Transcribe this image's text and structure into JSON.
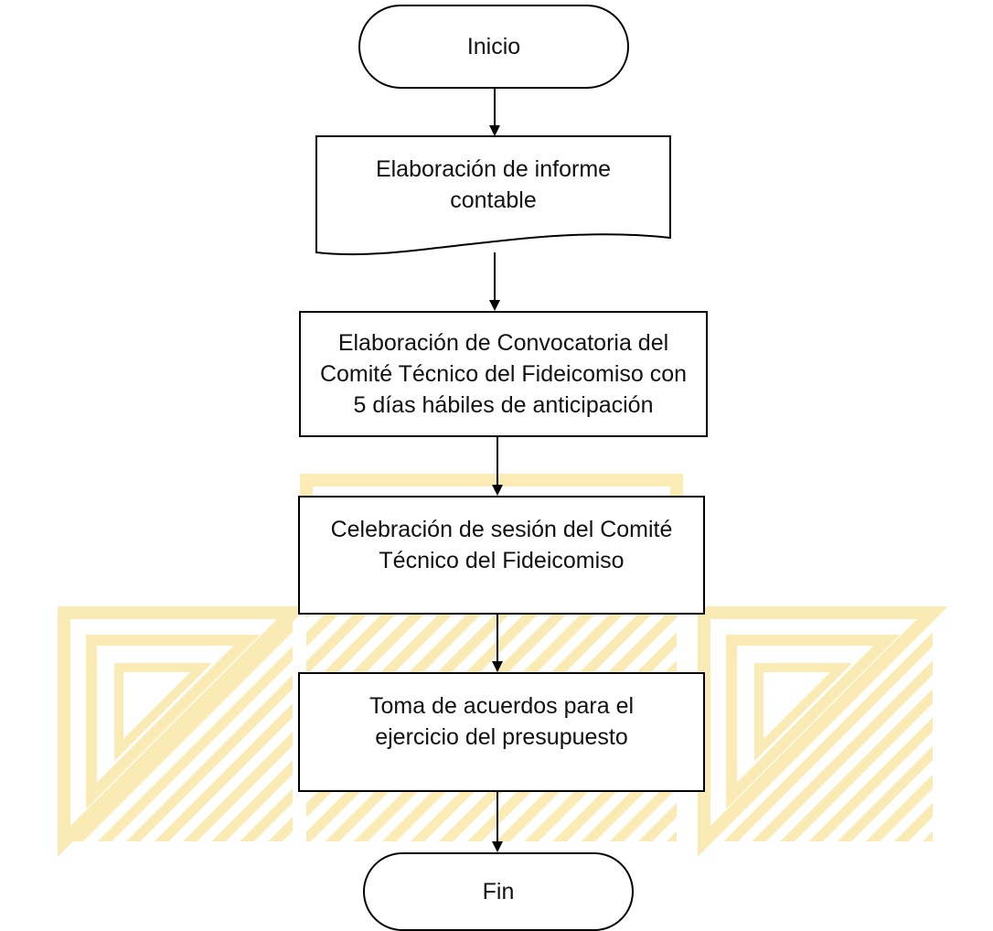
{
  "flowchart": {
    "nodes": [
      {
        "id": "start",
        "shape": "terminal",
        "label": "Inicio"
      },
      {
        "id": "step1",
        "shape": "document",
        "label": "Elaboración de informe contable"
      },
      {
        "id": "step2",
        "shape": "process",
        "label": "Elaboración de Convocatoria del Comité Técnico del Fideicomiso con 5 días hábiles de anticipación"
      },
      {
        "id": "step3",
        "shape": "process",
        "label": "Celebración de sesión del Comité Técnico del Fideicomiso"
      },
      {
        "id": "step4",
        "shape": "process",
        "label": "Toma de acuerdos para el ejercicio del presupuesto"
      },
      {
        "id": "end",
        "shape": "terminal",
        "label": "Fin"
      }
    ],
    "edges": [
      {
        "from": "start",
        "to": "step1"
      },
      {
        "from": "step1",
        "to": "step2"
      },
      {
        "from": "step2",
        "to": "step3"
      },
      {
        "from": "step3",
        "to": "step4"
      },
      {
        "from": "step4",
        "to": "end"
      }
    ]
  },
  "watermark": {
    "color": "#f7dc7a",
    "icon": "geometric-stripes-logo"
  },
  "colors": {
    "stroke": "#000000",
    "fill": "#ffffff",
    "text": "#111111"
  }
}
